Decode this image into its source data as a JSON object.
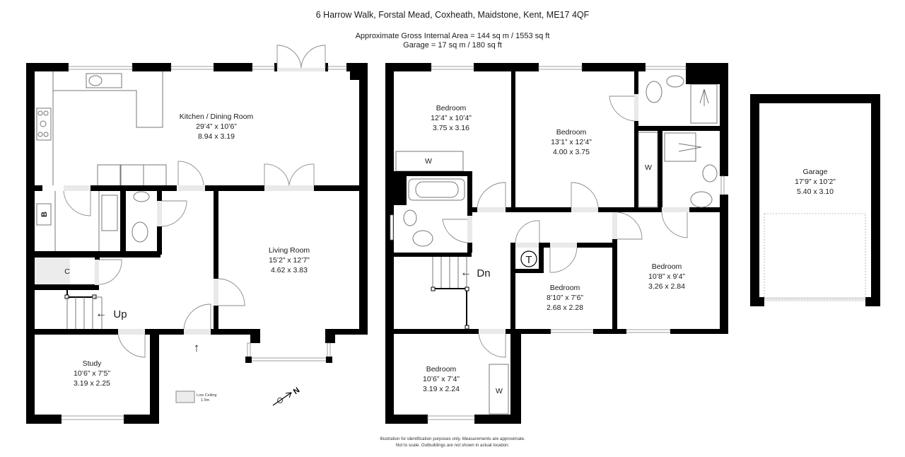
{
  "header": {
    "address": "6 Harrow Walk, Forstal Mead, Coxheath, Maidstone, Kent, ME17 4QF",
    "gross_area": "Approximate Gross Internal Area =  144 sq m / 1553 sq ft",
    "garage_area": "Garage = 17 sq m / 180 sq ft"
  },
  "ground_floor": {
    "rooms": [
      {
        "name": "Kitchen / Dining Room",
        "imperial": "29’4” x 10’6”",
        "metric": "8.94 x 3.19"
      },
      {
        "name": "Living Room",
        "imperial": "15’2” x 12’7”",
        "metric": "4.62 x 3.83"
      },
      {
        "name": "Study",
        "imperial": "10’6” x 7’5”",
        "metric": "3.19 x 2.25"
      }
    ],
    "labels": {
      "boiler": "B",
      "cupboard": "C",
      "stairs": "Up",
      "stairs_arrow": "←",
      "entrance_arrow": "↑"
    }
  },
  "first_floor": {
    "rooms": [
      {
        "name": "Bedroom",
        "imperial": "12’4” x 10’4”",
        "metric": "3.75 x 3.16"
      },
      {
        "name": "Bedroom",
        "imperial": "13’1” x 12’4”",
        "metric": "4.00 x 3.75"
      },
      {
        "name": "Bedroom",
        "imperial": "8’10” x 7’6”",
        "metric": "2.68 x 2.28"
      },
      {
        "name": "Bedroom",
        "imperial": "10’8” x 9’4”",
        "metric": "3.26 x 2.84"
      },
      {
        "name": "Bedroom",
        "imperial": "10’6” x 7’4”",
        "metric": "3.19 x 2.24"
      }
    ],
    "labels": {
      "wardrobe": "W",
      "tank": "T",
      "stairs": "Dn",
      "stairs_arrow": "←"
    }
  },
  "garage": {
    "name": "Garage",
    "imperial": "17’9” x 10’2”",
    "metric": "5.40 x 3.10"
  },
  "legend": {
    "low_ceiling_line1": "Low Ceiling",
    "low_ceiling_line2": "1.5m",
    "compass": "N"
  },
  "footer": {
    "line1": "Illustration for identification purposes only.  Measurements are approximate.",
    "line2": "Not to scale.  Outbuildings are not shown in actual location."
  },
  "colors": {
    "wall": "#000000",
    "opening": "#e9e9e9",
    "fixture_stroke": "#777777",
    "background": "#ffffff"
  }
}
